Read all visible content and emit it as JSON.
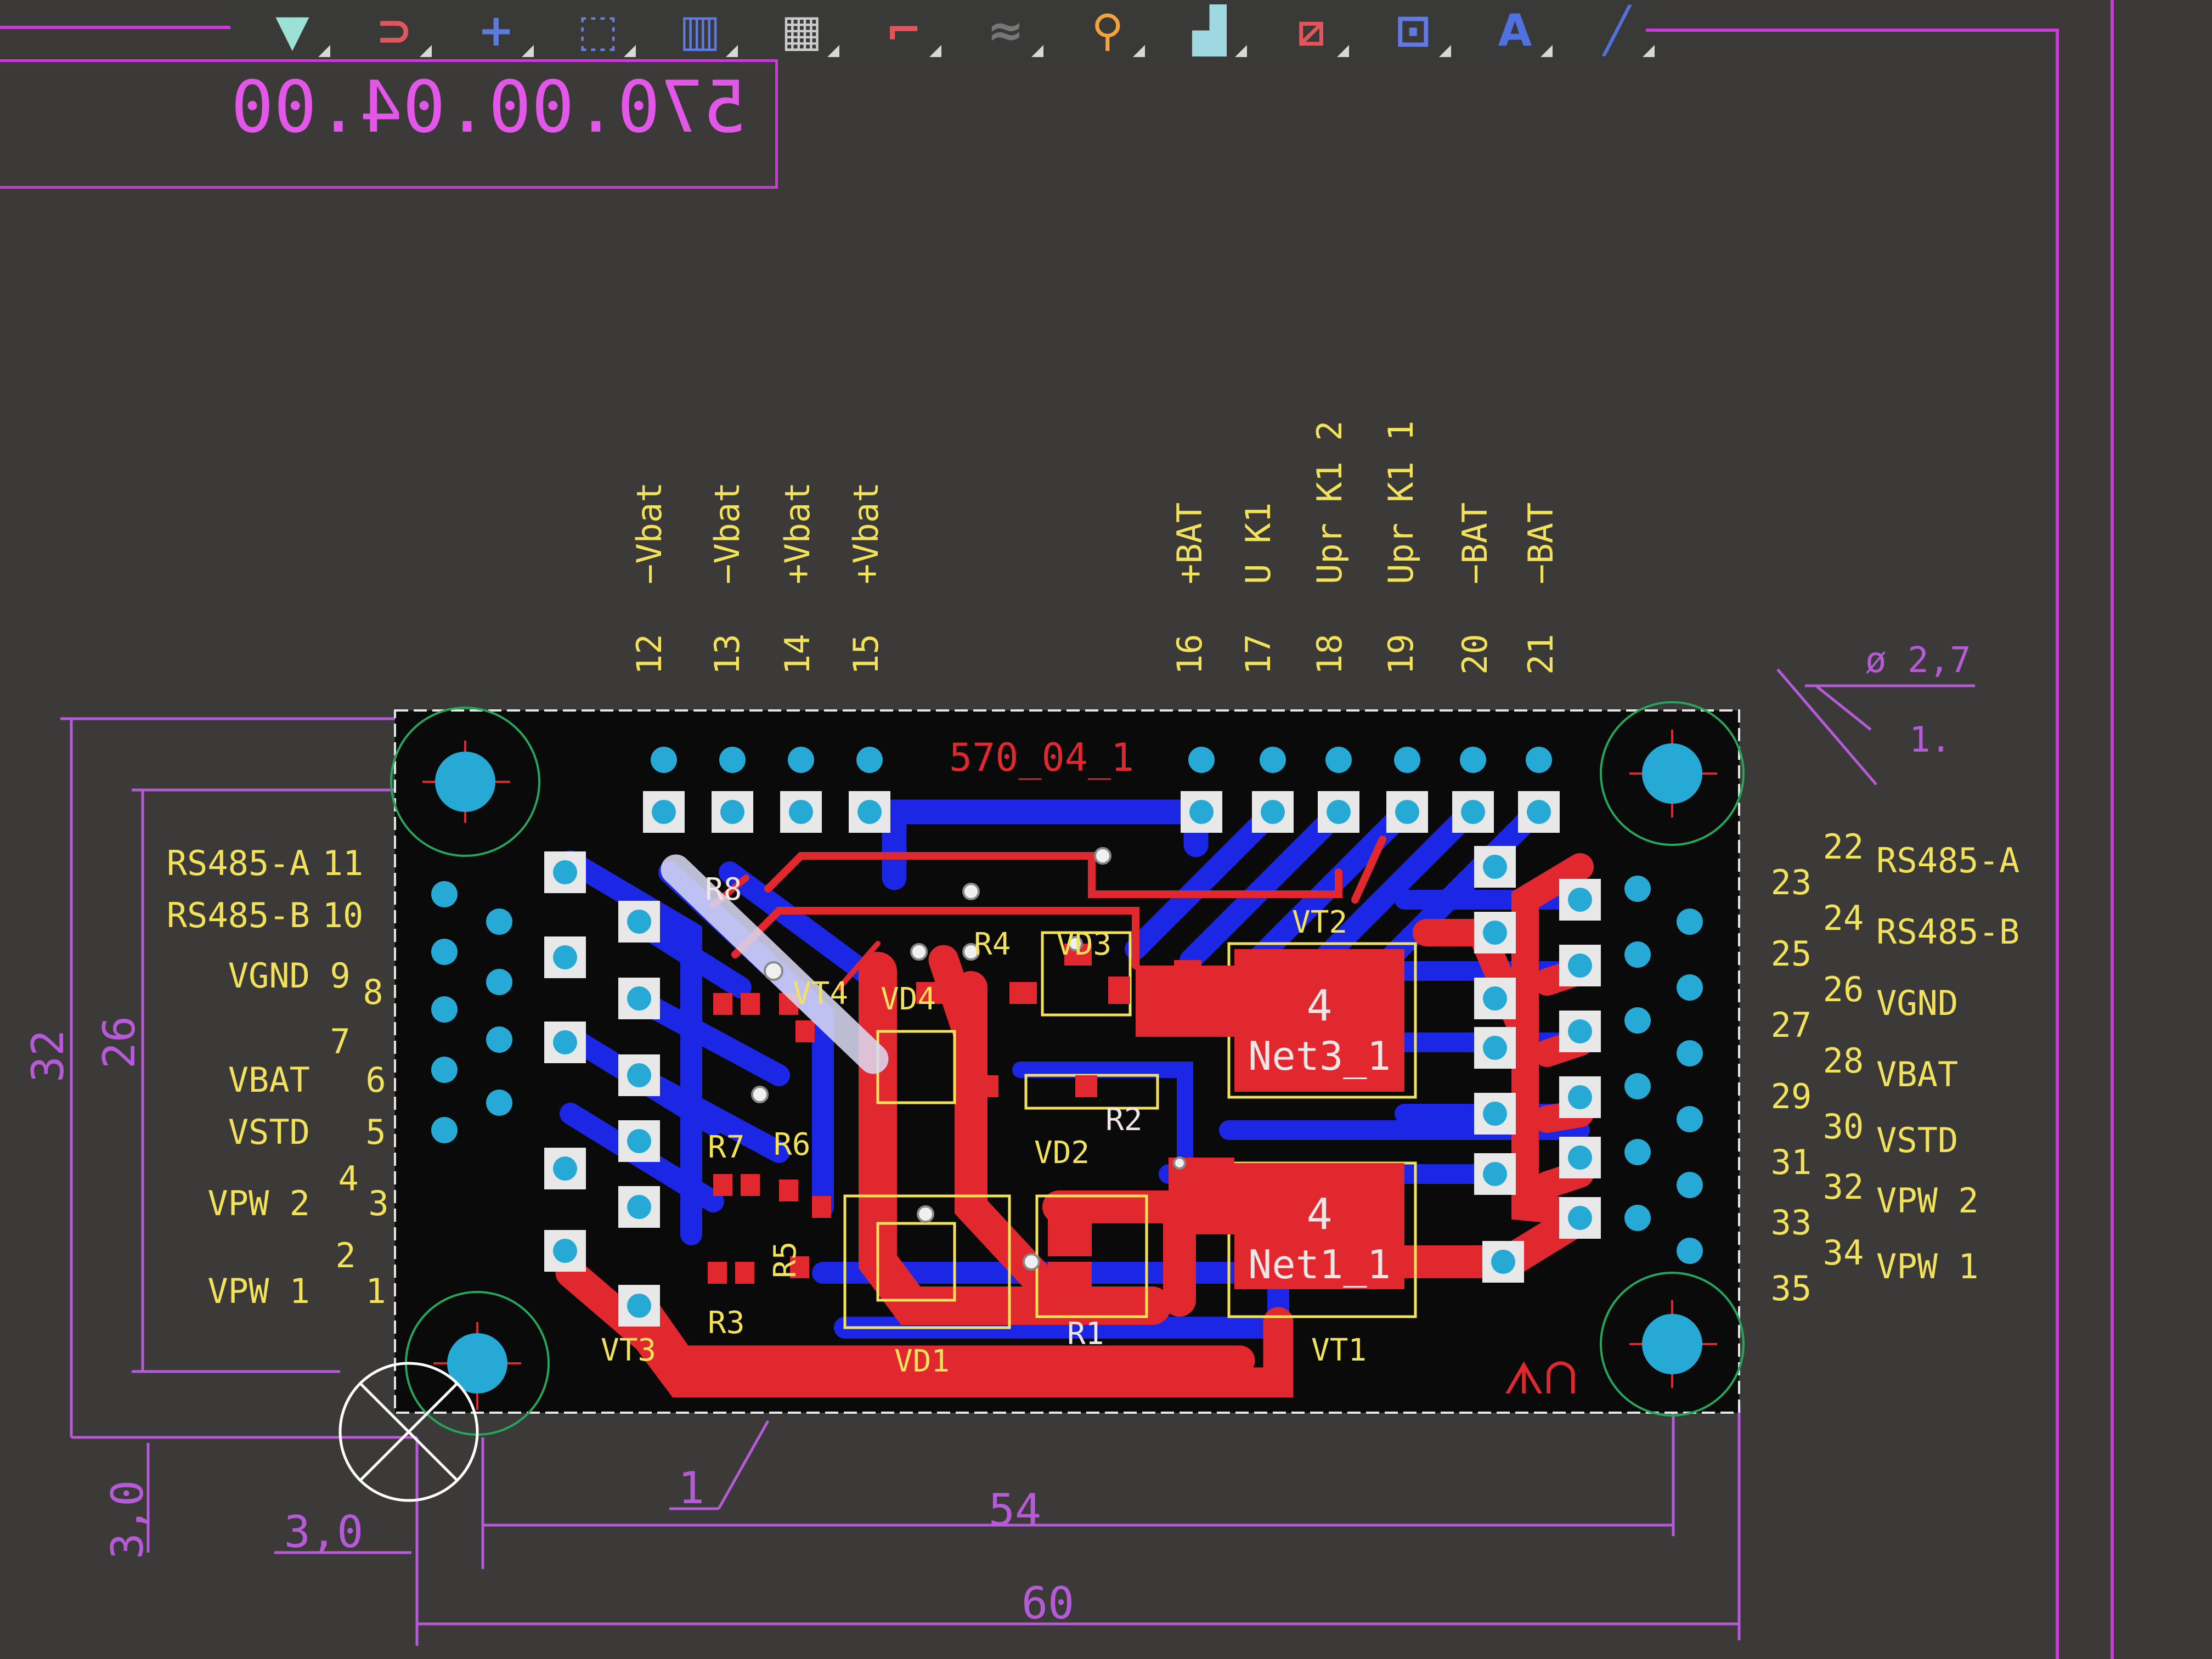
{
  "toolbar": {
    "tools": [
      {
        "icon": "filter-icon",
        "glyph": "▼",
        "color": "#9be1d6"
      },
      {
        "icon": "magnet-icon",
        "glyph": "⊃",
        "color": "#e2555c"
      },
      {
        "icon": "crosshair-icon",
        "glyph": "+",
        "color": "#5d7bd8"
      },
      {
        "icon": "select-rect-icon",
        "glyph": "⬚",
        "color": "#6b7fd6"
      },
      {
        "icon": "align-icon",
        "glyph": "▥",
        "color": "#5f7be0"
      },
      {
        "icon": "component-icon",
        "glyph": "▦",
        "color": "#cccccc"
      },
      {
        "icon": "route-icon",
        "glyph": "⌐",
        "color": "#e2555c"
      },
      {
        "icon": "net-icon",
        "glyph": "≈",
        "color": "#777777"
      },
      {
        "icon": "via-icon",
        "glyph": "⚲",
        "color": "#f2a33b"
      },
      {
        "icon": "polygon-icon",
        "glyph": "▟",
        "color": "#9fd8e0"
      },
      {
        "icon": "line-tool-icon",
        "glyph": "⧄",
        "color": "#e2555c"
      },
      {
        "icon": "dimension-icon",
        "glyph": "⊡",
        "color": "#5f7be0"
      },
      {
        "icon": "text-tool-icon",
        "glyph": "A",
        "color": "#4f72e0"
      },
      {
        "icon": "draw-line-icon",
        "glyph": "╱",
        "color": "#4f72e0"
      }
    ]
  },
  "stamp": {
    "text": "570.00.04.00"
  },
  "board": {
    "name": "570_04_1",
    "top_labels": [
      {
        "num": "12",
        "name": "−Vbat"
      },
      {
        "num": "13",
        "name": "−Vbat"
      },
      {
        "num": "14",
        "name": "+Vbat"
      },
      {
        "num": "15",
        "name": "+Vbat"
      },
      {
        "num": "16",
        "name": "+BAT"
      },
      {
        "num": "17",
        "name": "U K1"
      },
      {
        "num": "18",
        "name": "Upr K1 2"
      },
      {
        "num": "19",
        "name": "Upr K1 1"
      },
      {
        "num": "20",
        "name": "−BAT"
      },
      {
        "num": "21",
        "name": "−BAT"
      }
    ],
    "left_labels": [
      {
        "name": "RS485-A",
        "num": "11"
      },
      {
        "name": "RS485-B",
        "num": "10"
      },
      {
        "name": "VGND",
        "num": "9"
      },
      {
        "name": "",
        "num": "8"
      },
      {
        "name": "",
        "num": "7"
      },
      {
        "name": "VBAT",
        "num": "6"
      },
      {
        "name": "VSTD",
        "num": "5"
      },
      {
        "name": "",
        "num": "4"
      },
      {
        "name": "VPW 2",
        "num": "3"
      },
      {
        "name": "",
        "num": "2"
      },
      {
        "name": "VPW 1",
        "num": "1"
      }
    ],
    "right_labels": [
      {
        "num": "22",
        "name": "RS485-A"
      },
      {
        "num": "23",
        "name": ""
      },
      {
        "num": "24",
        "name": "RS485-B"
      },
      {
        "num": "25",
        "name": ""
      },
      {
        "num": "26",
        "name": "VGND"
      },
      {
        "num": "27",
        "name": ""
      },
      {
        "num": "28",
        "name": "VBAT"
      },
      {
        "num": "29",
        "name": ""
      },
      {
        "num": "30",
        "name": "VSTD"
      },
      {
        "num": "31",
        "name": ""
      },
      {
        "num": "32",
        "name": "VPW 2"
      },
      {
        "num": "33",
        "name": ""
      },
      {
        "num": "34",
        "name": "VPW 1"
      },
      {
        "num": "35",
        "name": ""
      }
    ],
    "components": [
      "R8",
      "VT4",
      "VD4",
      "R4",
      "VD3",
      "VT2",
      "R7",
      "R6",
      "R2",
      "VD2",
      "R5",
      "R3",
      "R1",
      "VT3",
      "VD1",
      "VT1"
    ],
    "big_pads": [
      {
        "num": "4",
        "net": "Net3_1"
      },
      {
        "num": "4",
        "net": "Net1_1"
      }
    ],
    "corner_logo": "ᗑᑎ"
  },
  "dimensions": {
    "width_outer": "60",
    "width_inner": "54",
    "height_outer": "32",
    "height_inner": "26",
    "offset_x": "3,0",
    "offset_y": "3,0",
    "hole_dia": "ø 2,7",
    "leader_1": "1",
    "leader_1_right": "1."
  },
  "colors": {
    "background": "#3b3a38",
    "frame": "#c93ad8",
    "board": "#0a0a0a",
    "top_copper": "#e0282e",
    "bottom_copper": "#1c27e6",
    "pad": "#27a9d6",
    "silk": "#f2e15a",
    "dimension": "#b65ad8"
  }
}
